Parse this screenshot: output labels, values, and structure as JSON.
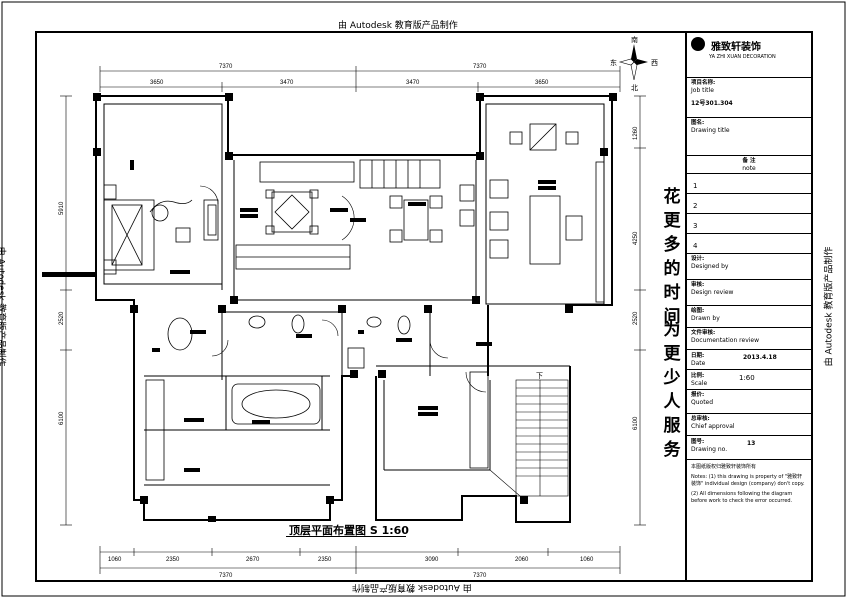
{
  "stamp_top": "由 Autodesk 教育版产品制作",
  "stamp_bottom": "由 Autodesk 教育版产品制作",
  "stamp_left": "由 Autodesk 教育版产品制作",
  "stamp_right": "由 Autodesk 教育版产品制作",
  "compass": {
    "n": "南",
    "s": "北",
    "e": "东",
    "w": "西"
  },
  "title_block": {
    "company": "雅致轩装饰",
    "company_en": "YA ZHI XUAN DECORATION",
    "project_label": "项目名称:",
    "project_sub": "Job title",
    "project_value": "12号301.304",
    "drawing_label": "图名:",
    "drawing_sub": "Drawing title",
    "note_label": "备 注",
    "note_sub": "note",
    "numbers": [
      "1",
      "2",
      "3",
      "4"
    ],
    "designed_label": "设计:",
    "designed_sub": "Designed by",
    "review_label": "审核:",
    "review_sub": "Design review",
    "drawn_label": "绘图:",
    "drawn_sub": "Drawn by",
    "doc_label": "文件审核:",
    "doc_sub": "Documentation review",
    "date_label": "日期:",
    "date_sub": "Date",
    "date_value": "2013.4.18",
    "scale_label": "比例:",
    "scale_sub": "Scale",
    "scale_value": "1:60",
    "quoted_label": "报价:",
    "quoted_sub": "Quoted",
    "chief_label": "总审核:",
    "chief_sub": "Chief approval",
    "no_label": "图号:",
    "no_sub": "Drawing no.",
    "no_value": "13",
    "notes_cn": "本图纸版权归雅致轩装饰所有",
    "notes_en1": "Notes: (1) this drawing is property of \"雅致轩装饰\" individual design (company) don't copy.",
    "notes_en2": "(2) All dimensions following the diagram before work to check the error occurred."
  },
  "slogan_line1": "花更多的时间",
  "slogan_line2": "为更少人服务",
  "plan_title": "顶层平面布置图  S 1:60",
  "dims_top_outer": [
    "7370",
    "7370"
  ],
  "dims_top_inner": [
    "3650",
    "3470",
    "3470",
    "3650"
  ],
  "dims_bottom_inner": [
    "1060",
    "2350",
    "2670",
    "2350",
    "3090",
    "2060",
    "1060"
  ],
  "dims_bottom_outer": [
    "7370",
    "7370"
  ],
  "dims_left": [
    "5910",
    "2520",
    "6100"
  ],
  "dims_right": [
    "1260",
    "4250",
    "2520",
    "6100"
  ],
  "stair_label": "下"
}
